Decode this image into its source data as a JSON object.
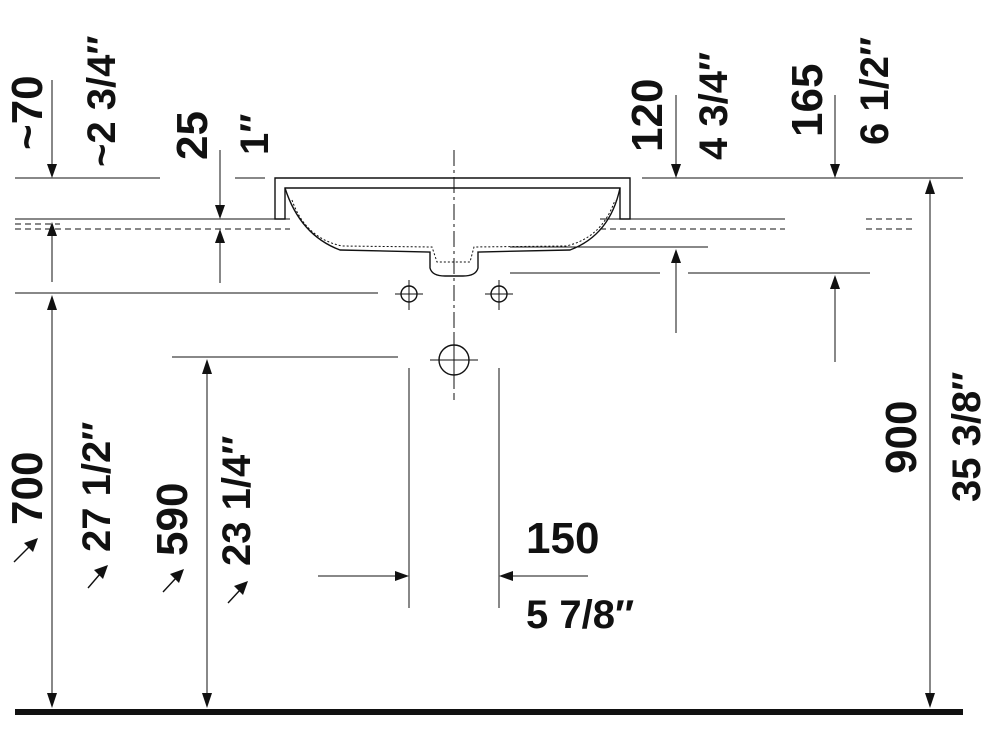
{
  "dimensions": {
    "overflow_mm": "~70",
    "overflow_in": "~2 3/4″",
    "rim_mm": "25",
    "rim_in": "1″",
    "tap_mm": "120",
    "tap_in": "4 3/4″",
    "edge_mm": "165",
    "edge_in": "6 1/2″",
    "height_mm": "900",
    "height_in": "35 3/8″",
    "rough_mm": "700",
    "rough_in": "27 1/2″",
    "drain_mm": "590",
    "drain_in": "23 1/4″",
    "spacing_mm": "150",
    "spacing_in": "5 7/8″"
  }
}
